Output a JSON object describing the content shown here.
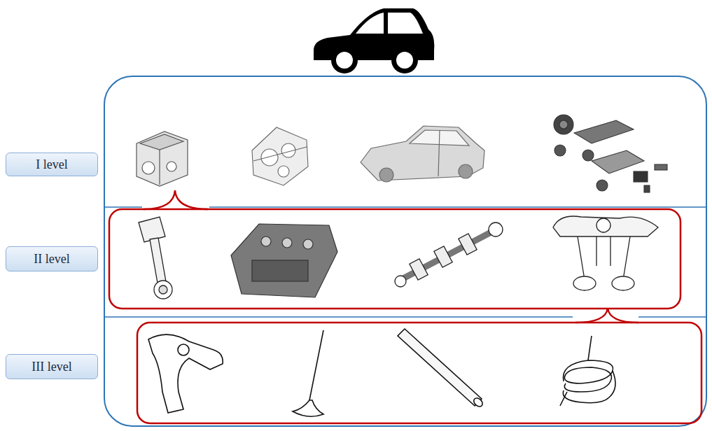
{
  "diagram": {
    "nodes": [
      {
        "text": [
          "I level"
        ]
      },
      {
        "text": [
          "II level"
        ]
      },
      {
        "text": [
          "III level"
        ]
      }
    ]
  }
}
